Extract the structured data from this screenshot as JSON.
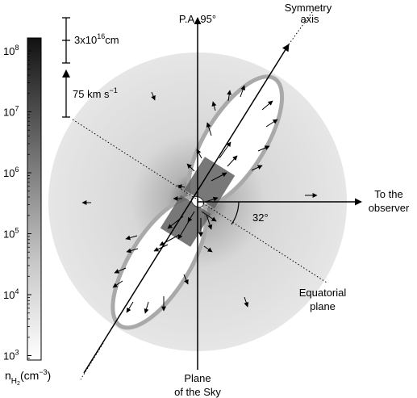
{
  "labels": {
    "pa": "P.A. 95°",
    "symmetry_line1": "Symmetry",
    "symmetry_line2": "axis",
    "observer_line1": "To the",
    "observer_line2": "observer",
    "angle": "32°",
    "equatorial_line1": "Equatorial",
    "equatorial_line2": "plane",
    "sky_line1": "Plane",
    "sky_line2": "of the Sky",
    "scale_length": "3x10",
    "scale_length_exp": "16",
    "scale_length_unit": "cm",
    "scale_velocity": "75 km s",
    "scale_velocity_exp": "−1"
  },
  "colorbar": {
    "label_main": "n",
    "label_sub": "H",
    "label_sub2": "2",
    "label_unit": "(cm",
    "label_unit_exp": "−3",
    "label_unit_close": ")",
    "ticks": [
      {
        "base": "10",
        "exp": "8"
      },
      {
        "base": "10",
        "exp": "7"
      },
      {
        "base": "10",
        "exp": "6"
      },
      {
        "base": "10",
        "exp": "5"
      },
      {
        "base": "10",
        "exp": "4"
      },
      {
        "base": "10",
        "exp": "3"
      }
    ]
  },
  "colors": {
    "halo": "#e6e6e6",
    "lobe_rim": "#a9a9a9",
    "core": "#555555",
    "line": "#000000"
  }
}
